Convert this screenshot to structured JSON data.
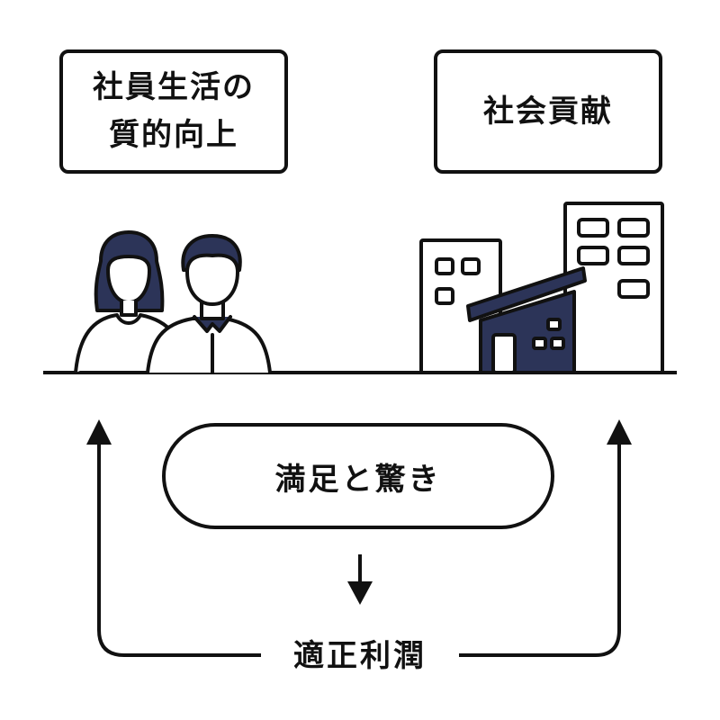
{
  "boxes": {
    "left": {
      "line1": "社員生活の",
      "line2": "質的向上"
    },
    "right": {
      "label": "社会貢献"
    }
  },
  "center": {
    "label": "満足と驚き"
  },
  "bottom": {
    "label": "適正利潤"
  },
  "colors": {
    "ink": "#111111",
    "navy": "#2c3458",
    "background": "#ffffff"
  },
  "icons": [
    "people-icon",
    "buildings-icon",
    "house-icon",
    "arrow-up-icon",
    "arrow-down-icon"
  ]
}
